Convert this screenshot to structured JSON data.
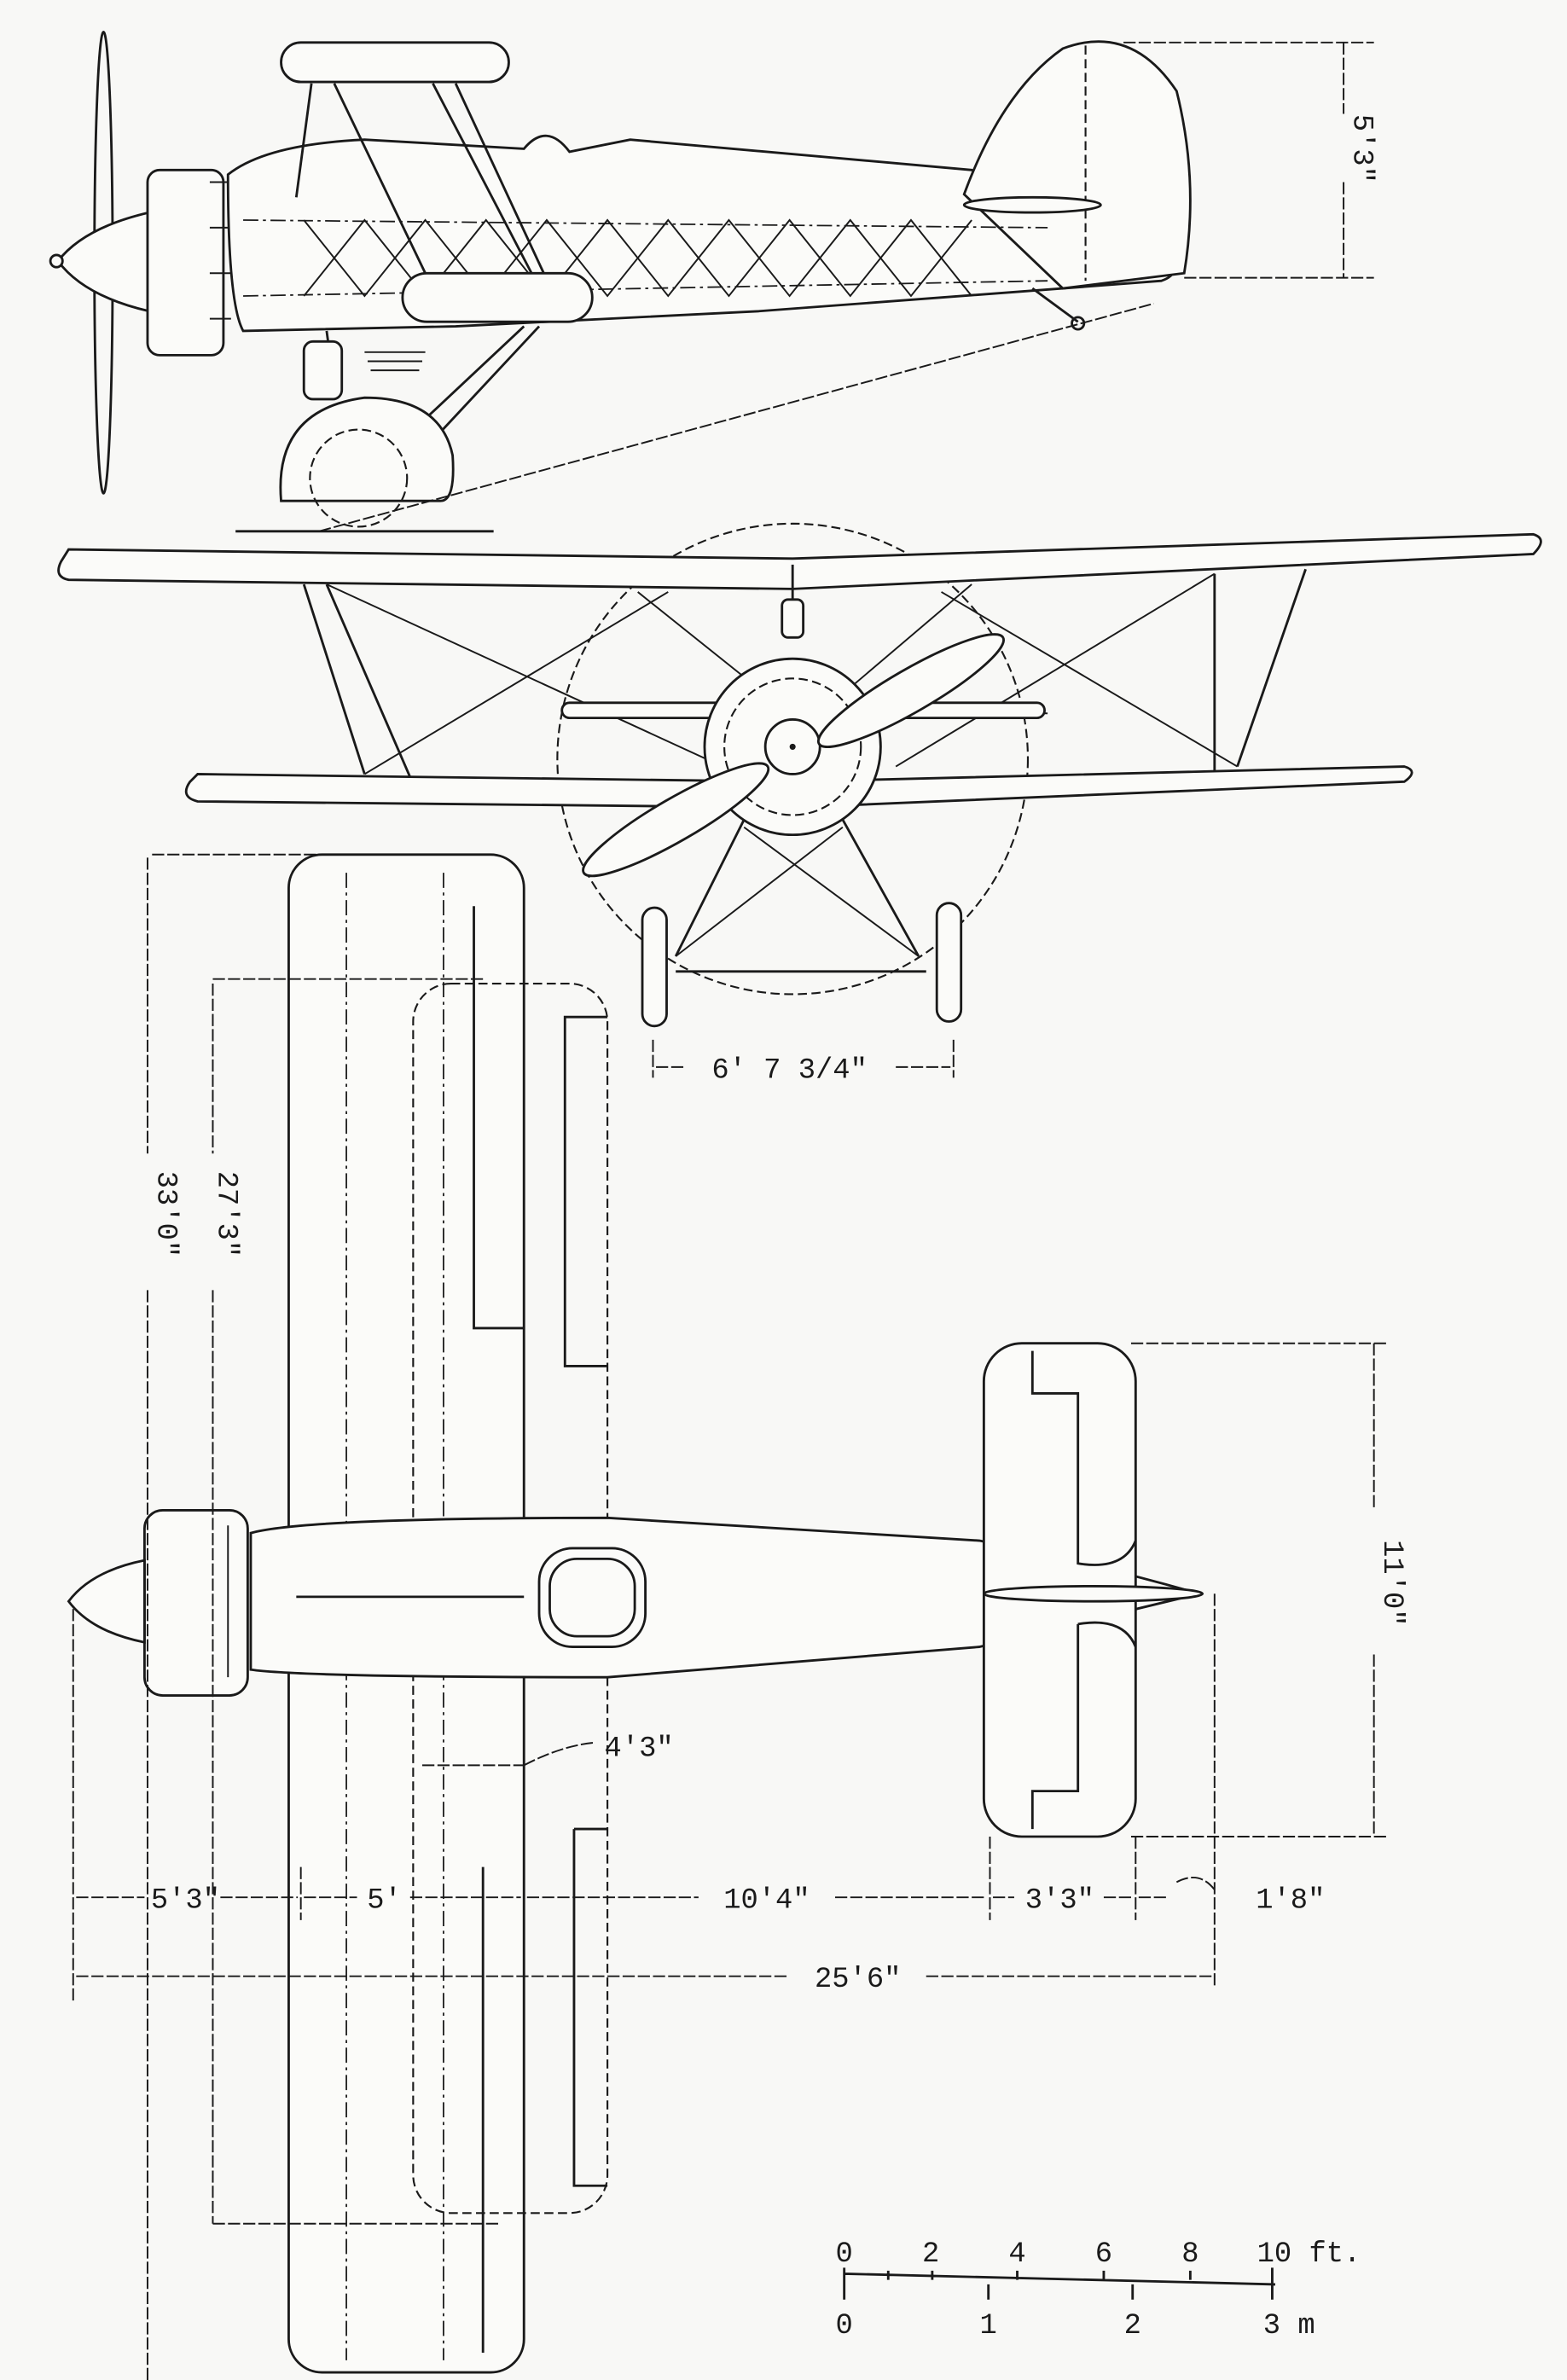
{
  "side_view": {
    "height_label": "5'3\""
  },
  "front_view": {
    "track_label": "6' 7 3/4\""
  },
  "top_view": {
    "upper_span_label": "33'0\"",
    "lower_span_label": "27'3\"",
    "tailplane_span_label": "11'0\"",
    "stagger_label": "4'3\"",
    "station_labels": [
      "5'3\"",
      "5'",
      "10'4\"",
      "3'3\"",
      "1'8\""
    ],
    "overall_length_label": "25'6\""
  },
  "scale_bar": {
    "feet_ticks": [
      "0",
      "2",
      "4",
      "6",
      "8",
      "10 ft."
    ],
    "metre_ticks": [
      "0",
      "1",
      "2",
      "3 m"
    ]
  }
}
